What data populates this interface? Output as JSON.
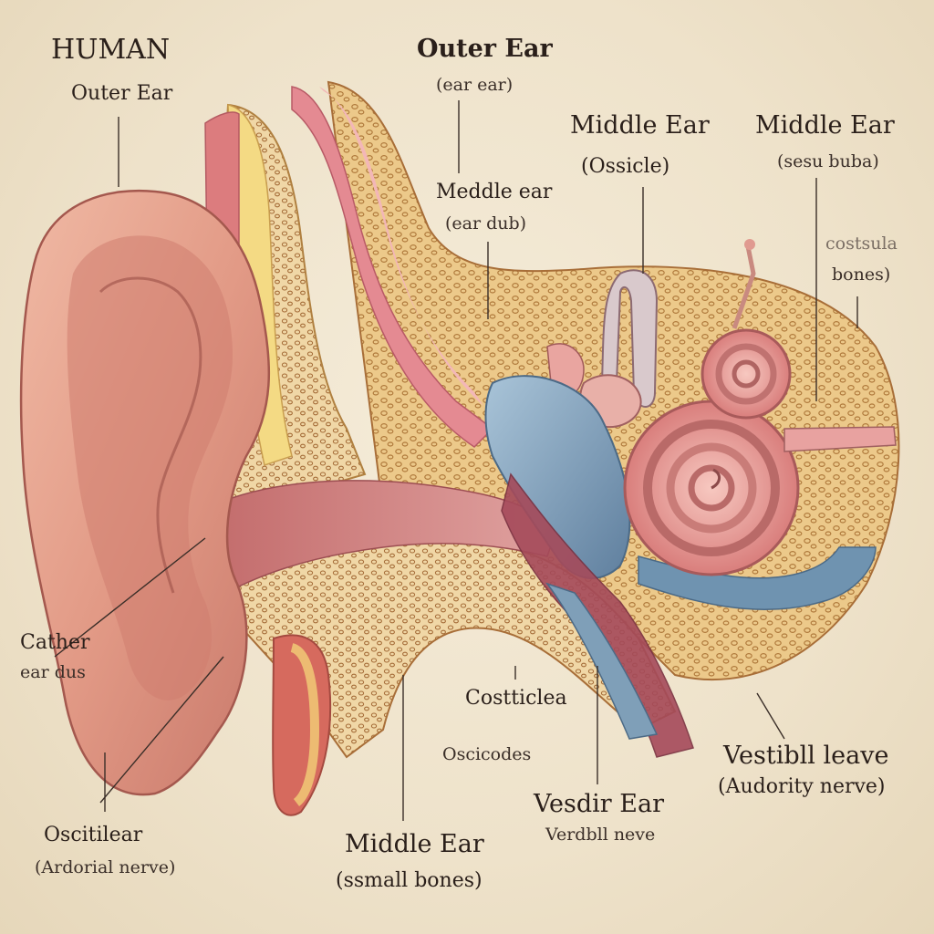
{
  "labels": {
    "human": "HUMAN",
    "outer_ear_left": "Outer Ear",
    "outer_ear_top": "Outer Ear",
    "outer_ear_top_sub": "(ear ear)",
    "meddle_ear": "Meddle ear",
    "meddle_ear_sub": "(ear dub)",
    "middle_ear_ossicle": "Middle Ear",
    "middle_ear_ossicle_sub": "(Ossicle)",
    "middle_ear_right": "Middle Ear",
    "middle_ear_right_sub": "(sesu buba)",
    "costsula": "costsula",
    "costsula_sub": "bones)",
    "cather": "Cather",
    "cather_sub": "ear dus",
    "costticlea": "Costticlea",
    "oscicodes": "Oscicodes",
    "vestibll": "Vestibll leave",
    "vestibll_sub": "(Audority nerve)",
    "oscitilear": "Oscitilear",
    "oscitilear_sub": "(Ardorial nerve)",
    "vesdir": "Vesdir Ear",
    "vesdir_sub": "Verdbll neve",
    "middle_ear_bottom": "Middle Ear",
    "middle_ear_bottom_sub": "(ssmall bones)"
  },
  "colors": {
    "background": "#efe4cf",
    "skin": "#e7a08c",
    "bone": "#e8c878",
    "cochlea": "#e7948e",
    "nerve_blue": "#7f9fb8",
    "muscle_red": "#d86a78"
  }
}
